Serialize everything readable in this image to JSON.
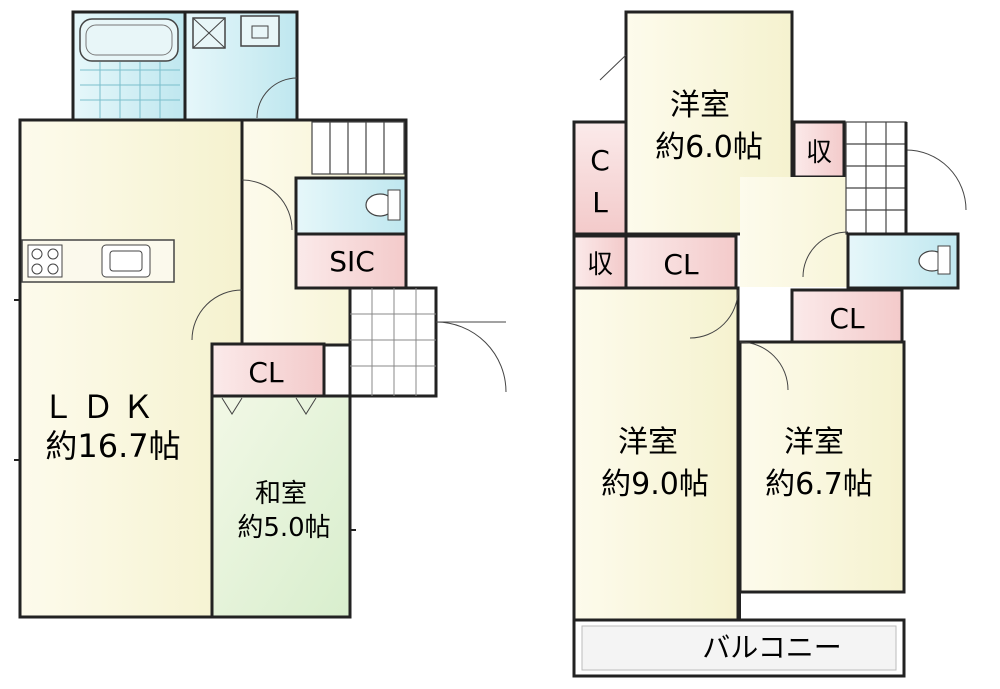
{
  "floor1": {
    "ldk_name": "ＬＤＫ",
    "ldk_area": "約16.7帖",
    "washitsu_name": "和室",
    "washitsu_area": "約5.0帖",
    "sic": "SIC",
    "cl": "CL"
  },
  "floor2": {
    "room_top_name": "洋室",
    "room_top_area": "約6.0帖",
    "room_left_name": "洋室",
    "room_left_area": "約9.0帖",
    "room_right_name": "洋室",
    "room_right_area": "約6.7帖",
    "cl_vertical": [
      "C",
      "L"
    ],
    "shu_top": "収",
    "shu_left": "収",
    "cl_mid": "CL",
    "cl_right": "CL",
    "balcony": "バルコニー"
  },
  "colors": {
    "ldk": "#fbf9e4",
    "washitsu": "#e6f3d6",
    "wet": "#cdeef2",
    "storage": "#f8d9d9",
    "room": "#fbf9e4",
    "wall": "#222222"
  }
}
